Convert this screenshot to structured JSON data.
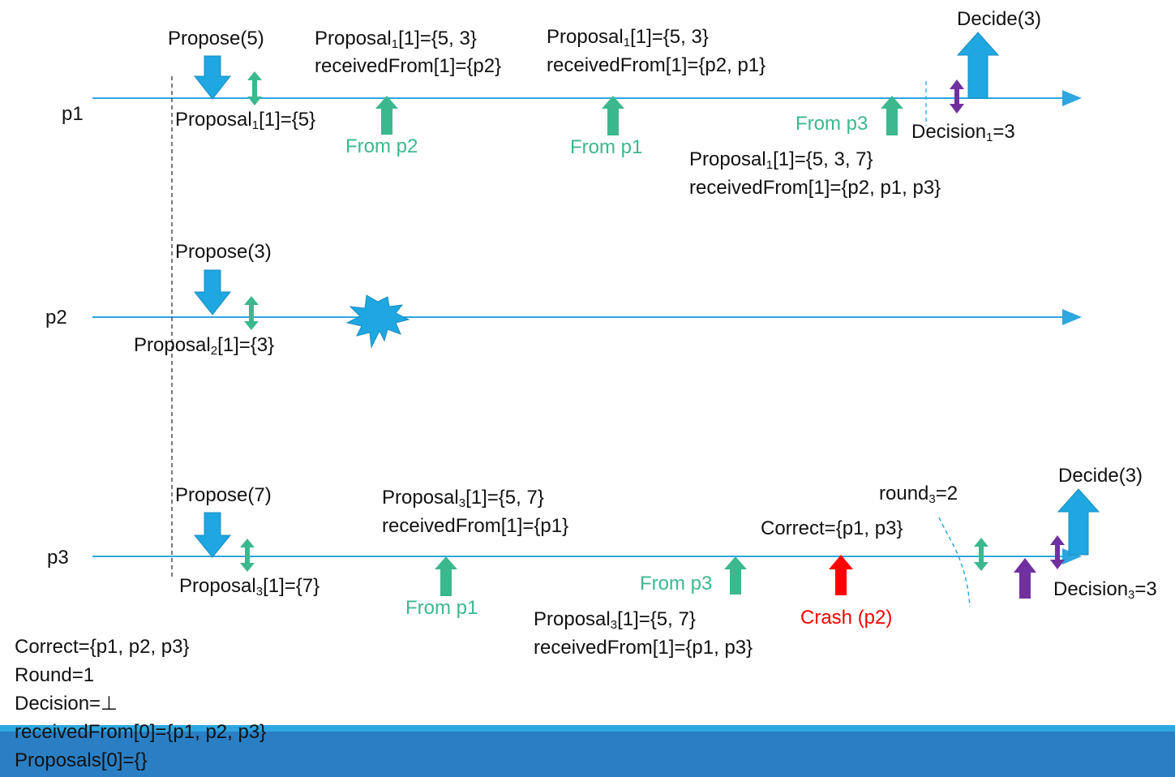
{
  "processes": {
    "p1": "p1",
    "p2": "p2",
    "p3": "p3"
  },
  "p1": {
    "propose": "Propose(5)",
    "init_proposal": {
      "a": "Proposal",
      "sub": "1",
      "b": "[1]={5}"
    },
    "recv1_proposal": {
      "a": "Proposal",
      "sub": "1",
      "b": "[1]={5, 3}"
    },
    "recv1_from": "receivedFrom[1]={p2}",
    "recv2_proposal": {
      "a": "Proposal",
      "sub": "1",
      "b": "[1]={5, 3}"
    },
    "recv2_from": "receivedFrom[1]={p2, p1}",
    "from_p2": "From p2",
    "from_p1": "From p1",
    "from_p3": "From p3",
    "recv3_proposal": {
      "a": "Proposal",
      "sub": "1",
      "b": "[1]={5, 3, 7}"
    },
    "recv3_from": "receivedFrom[1]={p2, p1, p3}",
    "decision": {
      "a": "Decision",
      "sub": "1",
      "b": "=3"
    },
    "decide": "Decide(3)"
  },
  "p2": {
    "propose": "Propose(3)",
    "init_proposal": {
      "a": "Proposal",
      "sub": "2",
      "b": "[1]={3}"
    }
  },
  "p3": {
    "propose": "Propose(7)",
    "init_proposal": {
      "a": "Proposal",
      "sub": "3",
      "b": "[1]={7}"
    },
    "recv1_proposal": {
      "a": "Proposal",
      "sub": "3",
      "b": "[1]={5, 7}"
    },
    "recv1_from": "receivedFrom[1]={p1}",
    "from_p1": "From p1",
    "from_p3": "From p3",
    "recv2_proposal": {
      "a": "Proposal",
      "sub": "3",
      "b": "[1]={5, 7}"
    },
    "recv2_from": "receivedFrom[1]={p1, p3}",
    "correct": "Correct={p1, p3}",
    "crash": "Crash (p2)",
    "round": {
      "a": "round",
      "sub": "3",
      "b": "=2"
    },
    "decision": {
      "a": "Decision",
      "sub": "3",
      "b": "=3"
    },
    "decide": "Decide(3)"
  },
  "initial_state": [
    "Correct={p1, p2, p3}",
    "Round=1",
    "Decision=⊥",
    "receivedFrom[0]={p1, p2, p3}",
    "Proposals[0]={}"
  ],
  "colors": {
    "timeline": "#2ea6e0",
    "propose_arrow": "#1ea7e0",
    "message_arrow": "#3cb88e",
    "crash_arrow": "#ff0000",
    "decision_arrow": "#7030a0",
    "band": "#2a7fc4"
  }
}
